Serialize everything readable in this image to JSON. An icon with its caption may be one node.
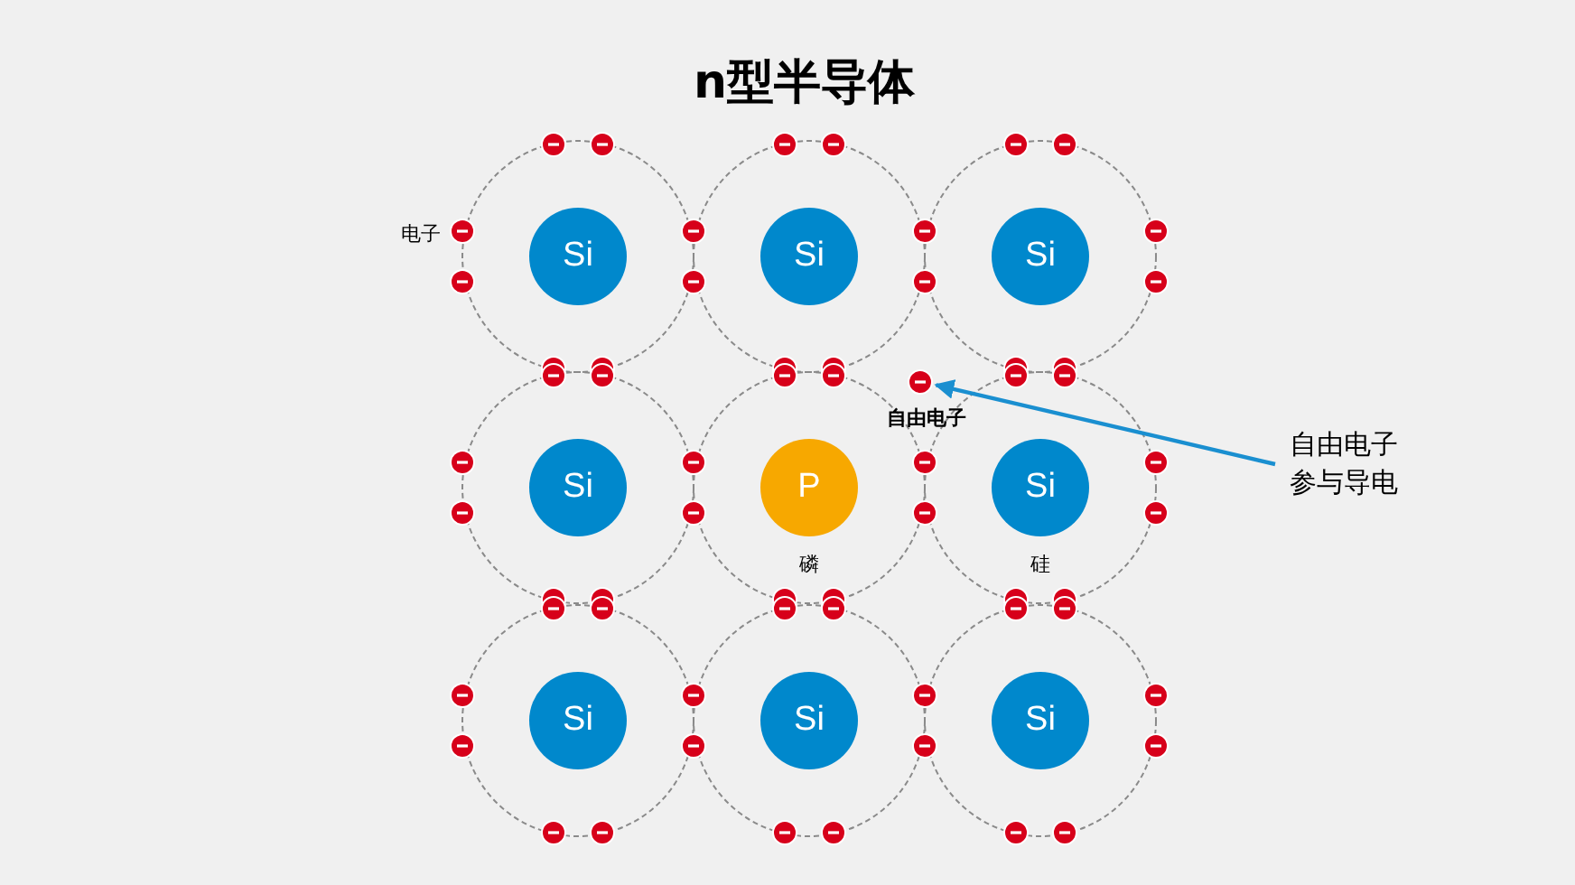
{
  "diagram": {
    "title": "n型半导体",
    "nodes": [
      {
        "text": [
          "Si"
        ]
      },
      {
        "text": [
          "Si"
        ]
      },
      {
        "text": [
          "Si"
        ]
      },
      {
        "text": [],
        "shape": "circle",
        "beside": [
          "自由电子"
        ]
      },
      {
        "text": [
          "Si"
        ]
      },
      {
        "text": [
          "P"
        ],
        "beside": [
          "磷"
        ]
      },
      {
        "text": [
          "Si"
        ],
        "beside": [
          "硅"
        ]
      },
      {
        "text": [
          "自由电子参与导电"
        ]
      },
      {
        "text": [
          "Si"
        ]
      },
      {
        "text": [
          "Si"
        ]
      },
      {
        "text": [
          "Si"
        ]
      }
    ],
    "edges": [
      {
        "from": 7,
        "to": 3,
        "arrow": "to"
      }
    ],
    "labels": [
      "电子"
    ]
  }
}
